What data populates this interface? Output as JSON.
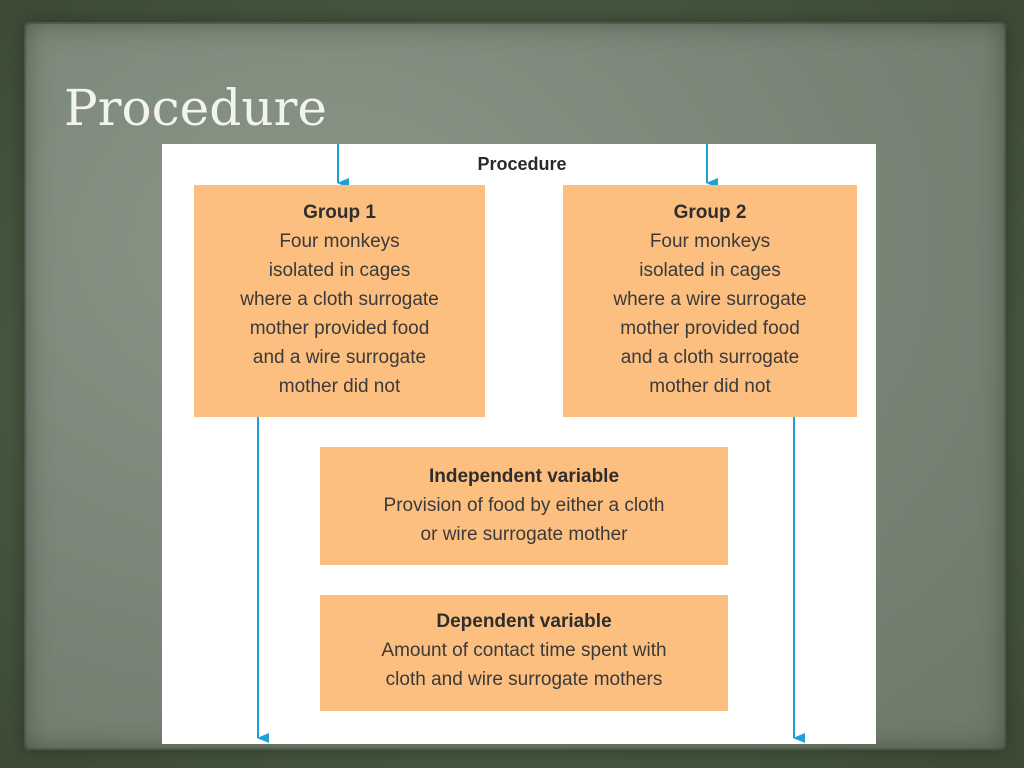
{
  "slide": {
    "title": "Procedure"
  },
  "diagram": {
    "title": "Procedure",
    "group1": {
      "heading": "Group 1",
      "lines": [
        "Four monkeys",
        "isolated in cages",
        "where a cloth surrogate",
        "mother provided food",
        "and a wire surrogate",
        "mother did not"
      ]
    },
    "group2": {
      "heading": "Group 2",
      "lines": [
        "Four monkeys",
        "isolated in cages",
        "where a wire surrogate",
        "mother provided food",
        "and a cloth surrogate",
        "mother did not"
      ]
    },
    "independent": {
      "heading": "Independent variable",
      "lines": [
        "Provision of food by either a cloth",
        "or wire surrogate mother"
      ]
    },
    "dependent": {
      "heading": "Dependent variable",
      "lines": [
        "Amount of contact time spent with",
        "cloth and wire surrogate mothers"
      ]
    }
  },
  "colors": {
    "box_fill": "#fcbf80",
    "arrow": "#1e9fd8",
    "slide_background": "#7b8778",
    "title_text": "#f4f4ef"
  }
}
